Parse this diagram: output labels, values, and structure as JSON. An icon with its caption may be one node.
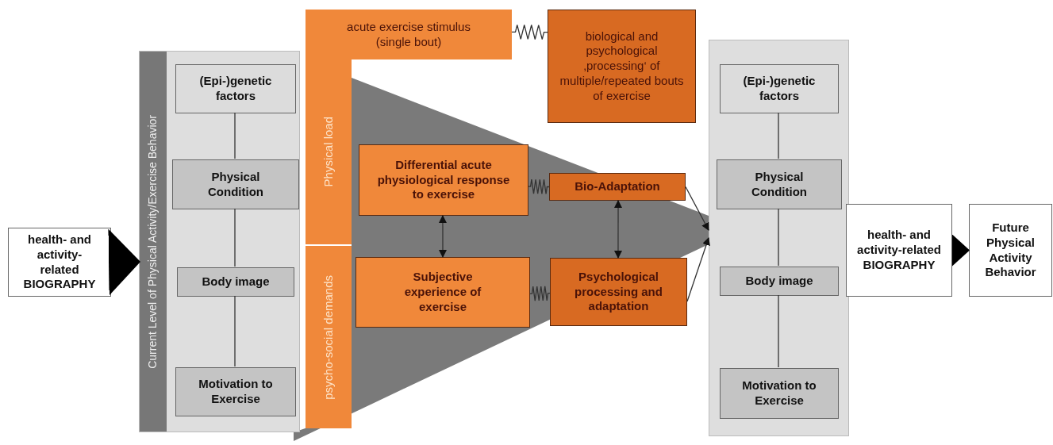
{
  "diagram": {
    "nodes": [
      {
        "text": [
          "health- and activity-related BIOGRAPHY"
        ]
      },
      {
        "text": [
          "Current Level of Physical Activity/Exercise Behavior"
        ]
      },
      {
        "text": [
          "(Epi-)genetic factors"
        ],
        "in": 1
      },
      {
        "text": [
          "Physical Condition"
        ],
        "in": 1
      },
      {
        "text": [
          "Body image"
        ],
        "in": 1
      },
      {
        "text": [
          "Motivation to Exercise"
        ],
        "in": 1
      },
      {
        "text": [
          "acute exercise stimulus (single bout)"
        ]
      },
      {
        "text": [
          "Physical load"
        ]
      },
      {
        "text": [
          "psycho-social demands"
        ]
      },
      {
        "text": [
          "biological and psychological ‚processing‘ of multiple/repeated bouts of exercise"
        ]
      },
      {
        "text": [
          "Differential acute physiological response to exercise"
        ]
      },
      {
        "text": [
          "Bio-Adaptation"
        ]
      },
      {
        "text": [
          "Subjective experience of exercise"
        ]
      },
      {
        "text": [
          "Psychological processing and adaptation"
        ]
      },
      {
        "text": [],
        "shape": "box"
      },
      {
        "text": [
          "(Epi-)genetic factors"
        ],
        "in": 14
      },
      {
        "text": [
          "Physical Condition"
        ],
        "in": 14
      },
      {
        "text": [
          "Body image"
        ],
        "in": 14
      },
      {
        "text": [
          "Motivation to Exercise"
        ],
        "in": 14
      },
      {
        "text": [
          "health- and activity-related BIOGRAPHY"
        ]
      },
      {
        "text": [
          "Future Physical Activity Behavior"
        ]
      }
    ],
    "edges": [
      {
        "from": 0,
        "to": 1,
        "arrow": "to"
      },
      {
        "from": 2,
        "to": 3,
        "arrow": "none"
      },
      {
        "from": 3,
        "to": 4,
        "arrow": "none"
      },
      {
        "from": 4,
        "to": 5,
        "arrow": "none"
      },
      {
        "from": 6,
        "to": 9,
        "arrow": "none"
      },
      {
        "from": 10,
        "to": 11,
        "arrow": "none"
      },
      {
        "from": 12,
        "to": 13,
        "arrow": "none"
      },
      {
        "from": 10,
        "to": 12,
        "arrow": "both"
      },
      {
        "from": 11,
        "to": 13,
        "arrow": "both"
      },
      {
        "from": 11,
        "to": 14,
        "arrow": "to"
      },
      {
        "from": 13,
        "to": 14,
        "arrow": "to"
      },
      {
        "from": 15,
        "to": 16,
        "arrow": "none"
      },
      {
        "from": 16,
        "to": 17,
        "arrow": "none"
      },
      {
        "from": 17,
        "to": 18,
        "arrow": "none"
      },
      {
        "from": 19,
        "to": 20,
        "arrow": "to"
      }
    ]
  }
}
